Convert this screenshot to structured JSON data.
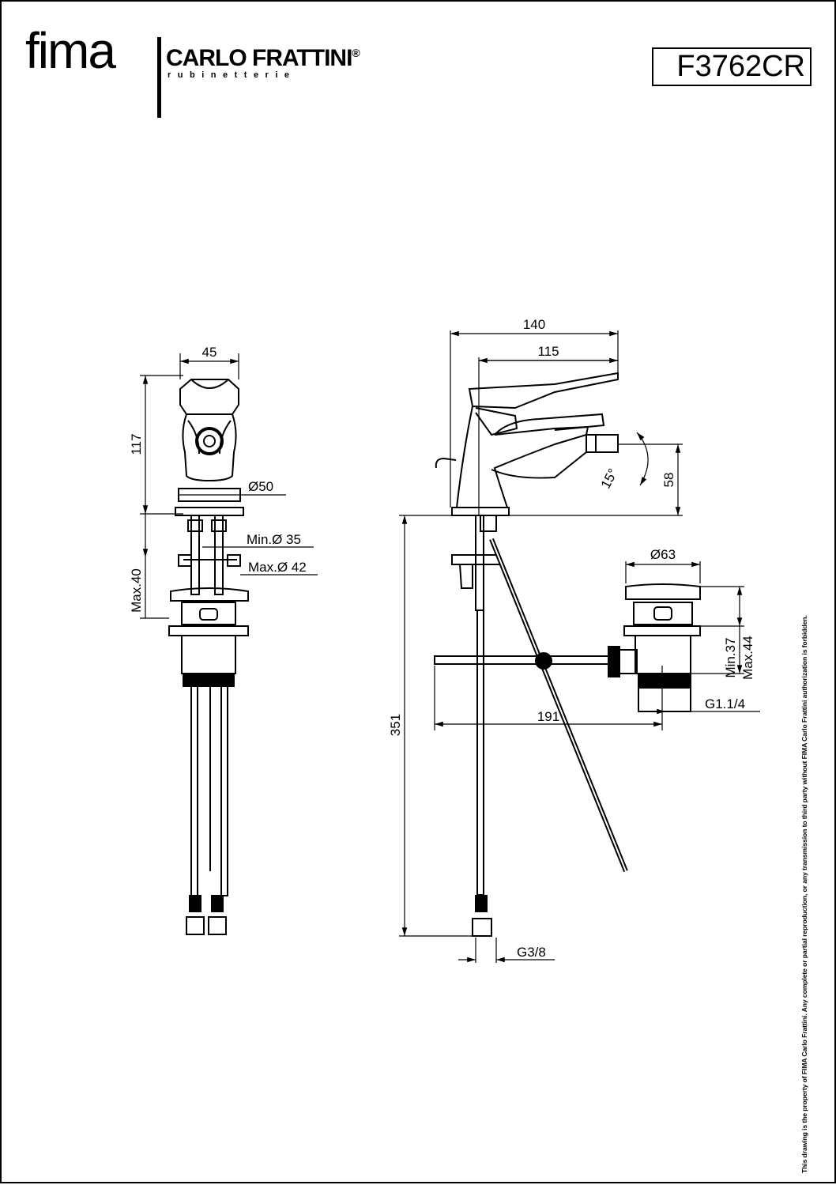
{
  "header": {
    "brand_primary": "fima",
    "brand_secondary": "CARLO FRATTINI",
    "brand_registered": "®",
    "brand_tagline": "rubinetterie",
    "product_code": "F3762CR"
  },
  "dimensions": {
    "front_width": "45",
    "front_height": "117",
    "base_diameter": "Ø50",
    "min_hole": "Min.Ø 35",
    "max_hole": "Max.Ø 42",
    "max_thickness": "Max.40",
    "side_total_width": "140",
    "spout_reach": "115",
    "swivel_angle": "15°",
    "spout_height": "58",
    "waste_diameter": "Ø63",
    "waste_min": "Min.37",
    "waste_max": "Max.44",
    "waste_thread": "G1.1/4",
    "rod_length": "191",
    "hose_length": "351",
    "hose_thread": "G3/8"
  },
  "footer": {
    "copyright_notice": "This drawing is the property of FIMA Carlo Frattini. Any complete or partial reproduction, or any transmission to third party without FIMA Carlo Frattini authorization is forbidden."
  }
}
